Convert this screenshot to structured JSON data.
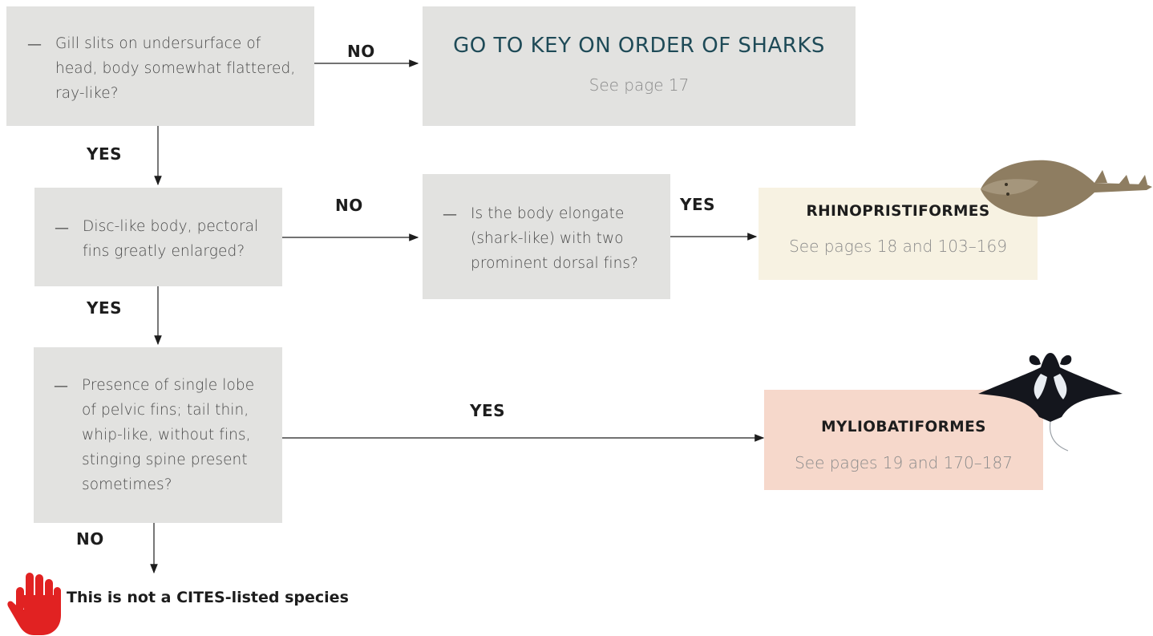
{
  "q1": {
    "dash": "—",
    "text_lines": [
      "Gill slits on undersurface of",
      "head, body somewhat flattered,",
      "ray-like?"
    ]
  },
  "q2": {
    "dash": "—",
    "text_lines": [
      "Disc-like body, pectoral",
      "fins greatly enlarged?"
    ]
  },
  "q3": {
    "dash": "—",
    "text_lines": [
      "Presence of single lobe",
      "of pelvic fins; tail thin,",
      "whip-like, without fins,",
      "stinging spine present",
      "sometimes?"
    ]
  },
  "q4": {
    "dash": "—",
    "text_lines": [
      "Is the body elongate",
      "(shark-like) with two",
      "prominent dorsal fins?"
    ]
  },
  "sharks": {
    "title": "GO TO KEY ON ORDER OF SHARKS",
    "subtitle": "See page 17"
  },
  "rhino": {
    "title": "RHINOPRISTIFORMES",
    "subtitle": "See pages 18 and 103–169",
    "color": "#f7f2e2"
  },
  "mylio": {
    "title": "MYLIOBATIFORMES",
    "subtitle": "See pages 19 and 170–187",
    "color": "#f6d8cb"
  },
  "labels": {
    "q1_no": "NO",
    "q1_yes": "YES",
    "q2_no": "NO",
    "q2_yes": "YES",
    "q4_yes": "YES",
    "q3_yes": "YES",
    "q3_no": "NO"
  },
  "stop": {
    "text": "This is not a CITES-listed species",
    "icon": "stop-hand-icon",
    "color": "#e12222"
  },
  "images": {
    "ray_icon": "guitarfish-icon",
    "manta_icon": "manta-ray-icon"
  },
  "colors": {
    "box_gray": "#e2e2e0",
    "title_teal": "#1e4a57"
  }
}
